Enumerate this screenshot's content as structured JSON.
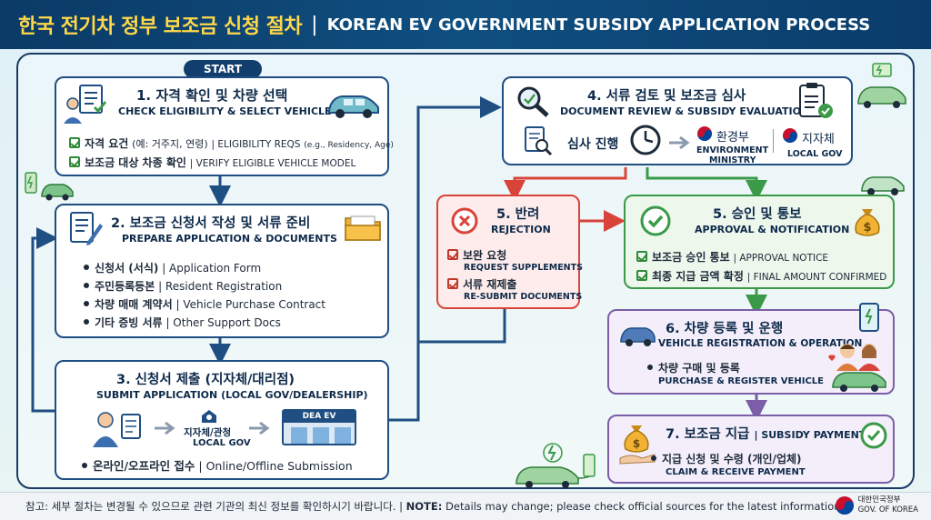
{
  "header": {
    "title_ko": "한국 전기차 정부 보조금 신청 절차",
    "sep": "|",
    "title_en": "KOREAN EV GOVERNMENT SUBSIDY APPLICATION PROCESS"
  },
  "start": "START",
  "step1": {
    "title": "1. 자격 확인 및 차량 선택",
    "subtitle": "CHECK ELIGIBILITY & SELECT VEHICLE",
    "item1_ko": "자격 요건",
    "item1_paren": "(예: 거주지, 연령)",
    "item1_en": "| ELIGIBILITY REQS",
    "item1_small": "(e.g., Residency, Age)",
    "item2_ko": "보조금 대상 차종 확인",
    "item2_en": "| VERIFY ELIGIBLE VEHICLE MODEL"
  },
  "step2": {
    "title": "2. 보조금 신청서 작성 및 서류 준비",
    "subtitle": "PREPARE APPLICATION & DOCUMENTS",
    "items": [
      {
        "ko": "신청서 (서식)",
        "en": "| Application Form"
      },
      {
        "ko": "주민등록등본",
        "en": "| Resident Registration"
      },
      {
        "ko": "차량 매매 계약서",
        "en": "| Vehicle Purchase Contract"
      },
      {
        "ko": "기타 증빙 서류",
        "en": "| Other Support Docs"
      }
    ]
  },
  "step3": {
    "title": "3. 신청서 제출 (지자체/대리점)",
    "subtitle": "SUBMIT APPLICATION (LOCAL GOV/DEALERSHIP)",
    "local_ko": "지자체/관청",
    "local_en": "LOCAL GOV",
    "dealer_sign": "DEA EV",
    "item_ko": "온라인/오프라인 접수",
    "item_en": "| Online/Offline Submission"
  },
  "step4": {
    "title": "4. 서류 검토 및 보조금 심사",
    "subtitle": "DOCUMENT REVIEW & SUBSIDY EVALUATION",
    "review": "심사 진행",
    "env_ko": "환경부",
    "env_en1": "ENVIRONMENT",
    "env_en2": "MINISTRY",
    "local_ko": "지자체",
    "local_en": "LOCAL GOV"
  },
  "step5r": {
    "title": "5. 반려",
    "subtitle": "REJECTION",
    "item1_ko": "보완 요청",
    "item1_en": "REQUEST SUPPLEMENTS",
    "item2_ko": "서류 재제출",
    "item2_en": "RE-SUBMIT DOCUMENTS"
  },
  "step5a": {
    "title": "5. 승인 및 통보",
    "subtitle": "APPROVAL & NOTIFICATION",
    "item1_ko": "보조금 승인 통보",
    "item1_en": "| APPROVAL NOTICE",
    "item2_ko": "최종 지급 금액 확정",
    "item2_en": "| FINAL AMOUNT CONFIRMED"
  },
  "step6": {
    "title": "6. 차량 등록 및 운행",
    "subtitle": "VEHICLE REGISTRATION & OPERATION",
    "item_ko": "차량 구매 및 등록",
    "item_en": "PURCHASE & REGISTER VEHICLE"
  },
  "step7": {
    "title_ko": "7. 보조금 지급",
    "title_en": "| SUBSIDY PAYMENT",
    "item_ko": "지급 신청 및 수령 (개인/업체)",
    "item_en": "CLAIM & RECEIVE PAYMENT"
  },
  "footer": {
    "note_ko": "참고: 세부 절차는 변경될 수 있으므로 관련 기관의 최신 정보를 확인하시기 바랍니다. |",
    "note_label": "NOTE:",
    "note_en": "Details may change; please check official sources for the latest information.",
    "seal_ko": "대한민국정부",
    "seal_en": "GOV. OF KOREA"
  },
  "colors": {
    "navy": "#1f4e82",
    "green": "#3a9a47",
    "red": "#d9443a",
    "purple": "#7b5ea7",
    "accent": "#ffd84a"
  }
}
